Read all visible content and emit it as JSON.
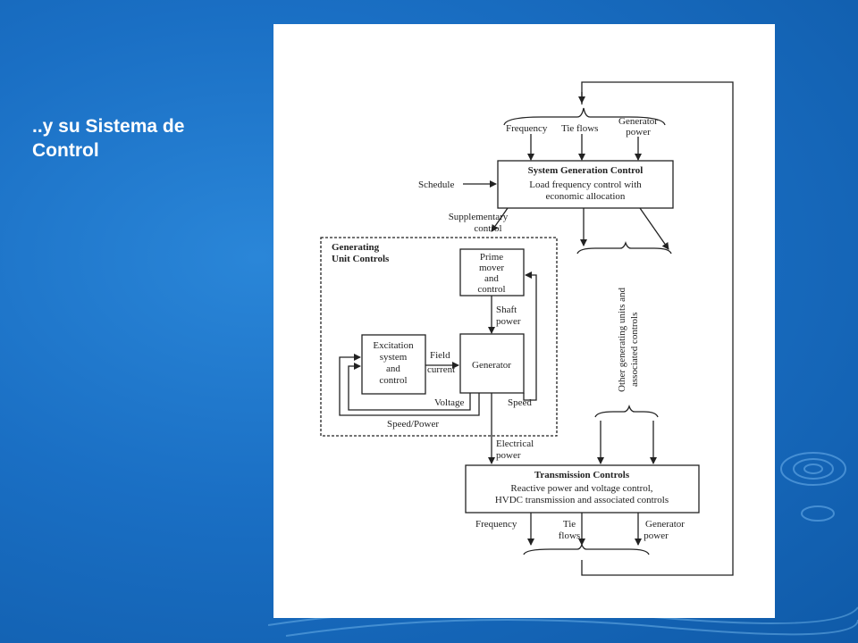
{
  "slide": {
    "title": "..y su Sistema de Control"
  },
  "diagram": {
    "inputs": {
      "frequency": "Frequency",
      "tie_flows": "Tie flows",
      "generator_power_l1": "Generator",
      "generator_power_l2": "power"
    },
    "schedule": "Schedule",
    "system_generation_control": {
      "title": "System Generation Control",
      "line1": "Load frequency control with",
      "line2": "economic allocation"
    },
    "supplementary_control": {
      "line1": "Supplementary",
      "line2": "control"
    },
    "generating_unit_controls": {
      "line1": "Generating",
      "line2": "Unit Controls"
    },
    "prime_mover": {
      "line1": "Prime",
      "line2": "mover",
      "line3": "and",
      "line4": "control"
    },
    "shaft_power": {
      "line1": "Shaft",
      "line2": "power"
    },
    "excitation": {
      "line1": "Excitation",
      "line2": "system",
      "line3": "and",
      "line4": "control"
    },
    "field_current": {
      "line1": "Field",
      "line2": "current"
    },
    "generator": "Generator",
    "voltage": "Voltage",
    "speed": "Speed",
    "speed_power": "Speed/Power",
    "other_units": {
      "line1": "Other generating units and",
      "line2": "associated controls"
    },
    "electrical_power": {
      "line1": "Electrical",
      "line2": "power"
    },
    "transmission_controls": {
      "title": "Transmission Controls",
      "line1": "Reactive power and voltage control,",
      "line2": "HVDC transmission and associated controls"
    },
    "outputs": {
      "frequency": "Frequency",
      "tie_flows_l1": "Tie",
      "tie_flows_l2": "flows",
      "generator_power_l1": "Generator",
      "generator_power_l2": "power"
    }
  }
}
